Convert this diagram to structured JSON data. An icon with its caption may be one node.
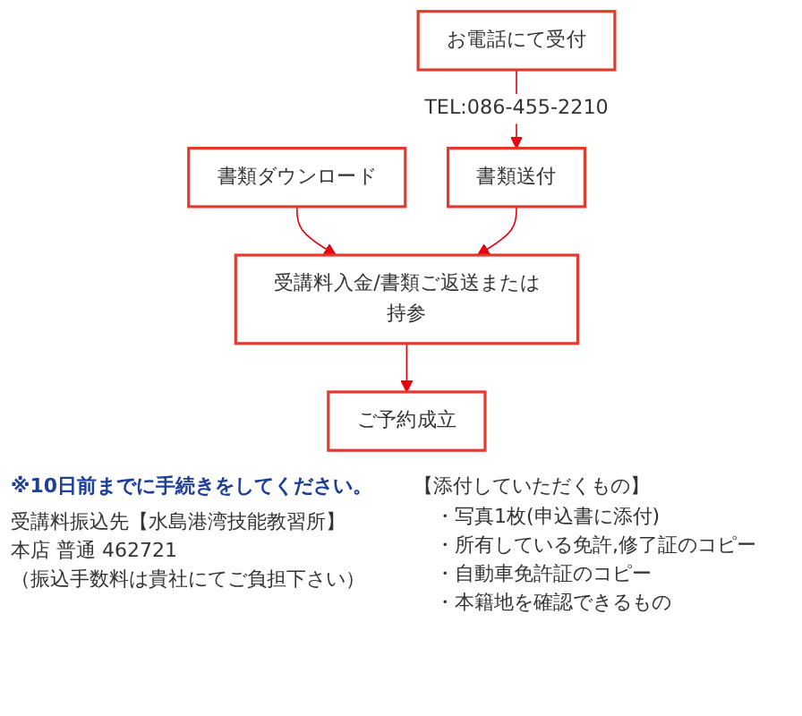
{
  "diagram": {
    "nodes": [
      {
        "text": [
          "書類ダウンロード"
        ]
      },
      {
        "text": [
          "お電話にて受付"
        ]
      },
      {
        "text": [
          "書類送付"
        ]
      },
      {
        "text": [
          "受講料入金/書類ご返送または持参"
        ]
      },
      {
        "text": [
          "ご予約成立"
        ]
      }
    ],
    "edges": [
      {
        "from": 1,
        "to": 2,
        "arrow": "to",
        "label": "TEL:086-455-2210"
      },
      {
        "from": 0,
        "to": 3,
        "arrow": "to"
      },
      {
        "from": 2,
        "to": 3,
        "arrow": "to"
      },
      {
        "from": 3,
        "to": 4,
        "arrow": "to"
      }
    ],
    "labels": [
      "※10日前までに手続きをしてください。",
      "受講料振込先【水島港湾技能教習所】",
      "本店 普通 462721",
      "（振込手数料は貴社にてご負担下さい）",
      "【添付していただくもの】",
      "・写真1枚(申込書に添付)",
      "・所有している免許,修了証のコピー",
      "・自動車免許証のコピー",
      "・本籍地を確認できるもの"
    ]
  }
}
